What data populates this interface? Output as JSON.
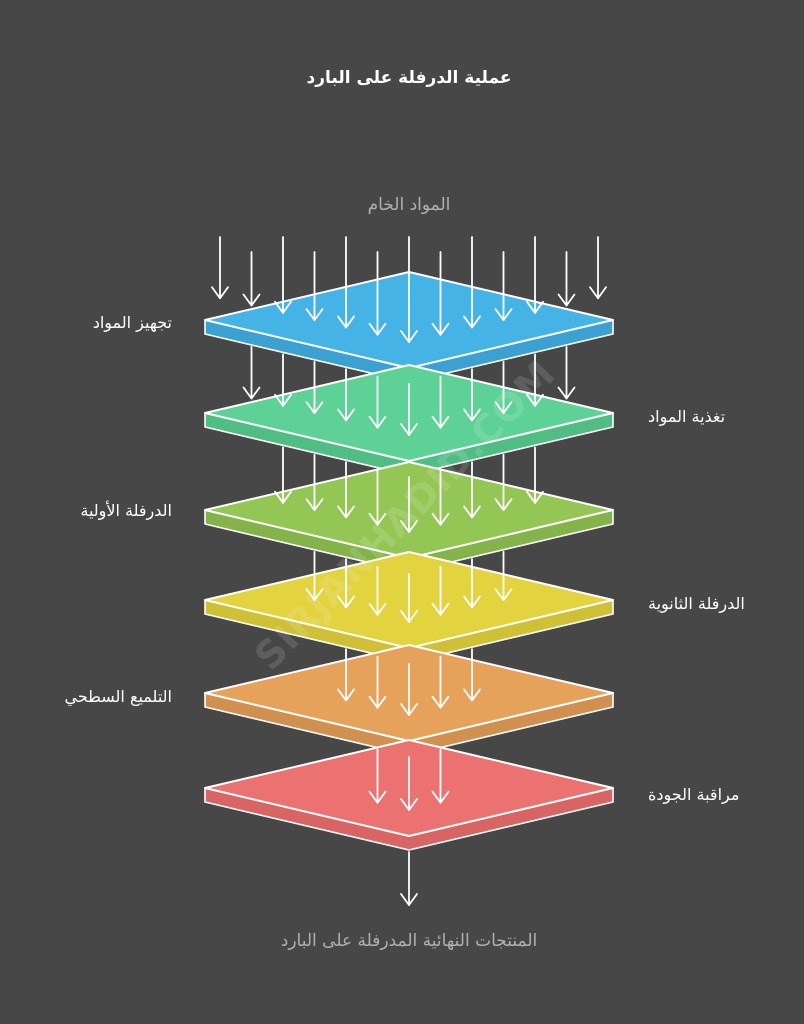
{
  "title": "عملية الدرفلة على البارد",
  "input_label": "المواد الخام",
  "output_label": "المنتجات النهائية المدرفلة على البارد",
  "watermark": "SIRJANHADID.COM",
  "colors": {
    "background": "#474747",
    "title_text": "#ffffff",
    "muted_text": "#b0b0b0",
    "arrow": "#ffffff",
    "outline": "#ffffff"
  },
  "steps": [
    {
      "label": "تجهيز المواد",
      "color": "#45b3e6",
      "side_color": "#3aa1d2"
    },
    {
      "label": "تغذية المواد",
      "color": "#5dd196",
      "side_color": "#50bd85"
    },
    {
      "label": "الدرفلة الأولية",
      "color": "#94c655",
      "side_color": "#84b349"
    },
    {
      "label": "الدرفلة الثانوية",
      "color": "#e3d33f",
      "side_color": "#cfc036"
    },
    {
      "label": "التلميع السطحي",
      "color": "#e6a15b",
      "side_color": "#d29050"
    },
    {
      "label": "مراقبة الجودة",
      "color": "#ec7171",
      "side_color": "#d86464"
    }
  ]
}
